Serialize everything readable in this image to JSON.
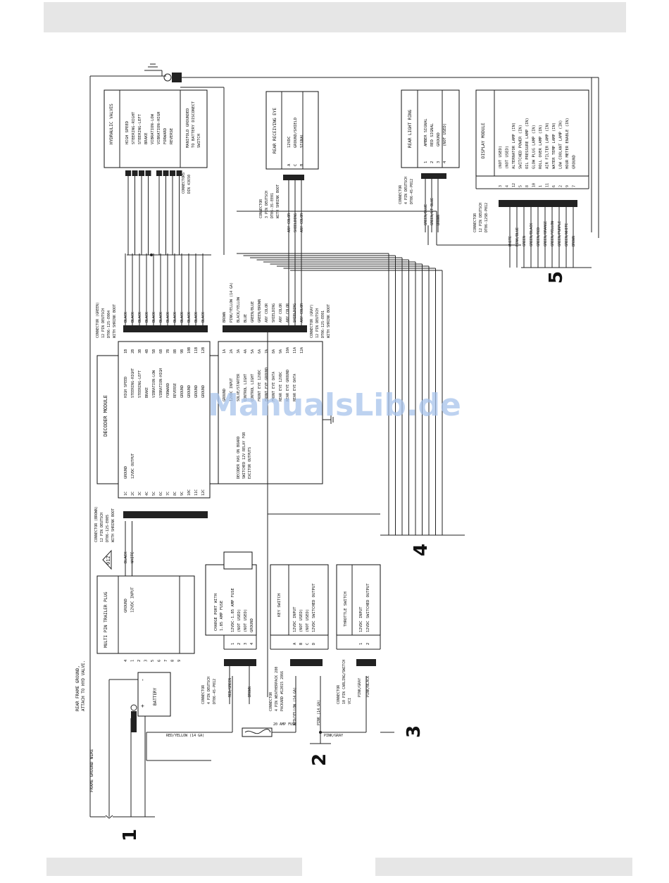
{
  "watermark": "ManualsLib.de",
  "callouts": [
    "1",
    "2",
    "3",
    "4",
    "5"
  ],
  "battery": {
    "label": "BATTERY",
    "plus": "+",
    "minus": "-"
  },
  "frame": {
    "ground_wire": "FRAME GROUND WIRE",
    "rear_ground_1": "REAR FRAME GROUND,",
    "rear_ground_2": "ATTACH TO HYD VALVE."
  },
  "fuse_label": "20 AMP FUSE",
  "wire_red_yellow_14": "RED/YELLOW (14 GA)",
  "wire_pink_gray": "PINK/GRAY",
  "trailer": {
    "title": "MULTI PIN TRAILER PLUG",
    "pins": [
      {
        "num": "4",
        "desc": "GROUND",
        "wire": "BLACK"
      },
      {
        "num": "1",
        "desc": "12VDC INPUT",
        "wire": "WHITE"
      },
      {
        "num": "2",
        "desc": "",
        "wire": ""
      },
      {
        "num": "3",
        "desc": "",
        "wire": ""
      },
      {
        "num": "5",
        "desc": "",
        "wire": ""
      },
      {
        "num": "6",
        "desc": "",
        "wire": ""
      },
      {
        "num": "7",
        "desc": "",
        "wire": ""
      },
      {
        "num": "8",
        "desc": "",
        "wire": ""
      },
      {
        "num": "9",
        "desc": "",
        "wire": ""
      }
    ],
    "badge": "012"
  },
  "charge_port": {
    "title_1": "CHARGE PORT WITH",
    "title_2": "1.85 AMP FUSE",
    "pins": [
      "12VDC-1.85 AMP FUSE",
      "(NOT USED)",
      "(NOT USED)",
      "GROUND"
    ],
    "connector": [
      "CONNECTOR",
      "4 PIN DEUTSCH",
      "DT06-4S-P012"
    ],
    "wires": [
      "RED/GREEN",
      "BROWN"
    ]
  },
  "key_switch": {
    "title": "KEY SWITCH",
    "pins": [
      "12VDC INPUT",
      "(NOT USED)",
      "(NOT USED)",
      "12VDC SWITCHED OUTPUT"
    ],
    "letters": [
      "A",
      "B",
      "C",
      "D"
    ],
    "connector": [
      "CONNECTOR",
      "4 PIN WEATHERPACK 280",
      "PACKARD #12015 2866"
    ],
    "wires": [
      "RED/YELLOW (14 GA)",
      "PINK (14 GA)"
    ]
  },
  "throttle_switch": {
    "title": "THROTTLE SWITCH",
    "pins": [
      "12VDC INPUT",
      "12VDC SWITCHED OUTPUT"
    ],
    "connector": [
      "CONNECTOR",
      "10 PIN CARLING/SWITCH",
      "VCI"
    ],
    "wires": [
      "PINK/GRAY",
      "PINK/BLACK"
    ]
  },
  "decoder": {
    "title": "DECODER MODULE",
    "b_pins": [
      "1B",
      "2B",
      "3B",
      "4B",
      "5B",
      "6B",
      "7B",
      "8B",
      "9B",
      "10B",
      "11B",
      "12B"
    ],
    "b_funcs": [
      "HIGH SPEED",
      "STEERING-RIGHT",
      "STEERING-LEFT",
      "BRAKE",
      "VIBRATION-LOW",
      "VIBRATION-HIGH",
      "FORWARD",
      "REVERSE",
      "GROUND",
      "GROUND",
      "GROUND",
      "GROUND"
    ],
    "b_wires": [
      "BLACK",
      "BLACK",
      "BLACK",
      "BLACK",
      "BLACK",
      "BLACK",
      "BLACK",
      "BLACK",
      "BLACK",
      "BLACK",
      "BLACK",
      "BLACK"
    ],
    "a_pins": [
      "1A",
      "2A",
      "3A",
      "4A",
      "5A",
      "6A",
      "7A",
      "8A",
      "9A",
      "10A",
      "11A",
      "12A"
    ],
    "a_funcs": [
      "GROUND",
      "12VDC INPUT",
      "SOLVE/STARTER",
      "CONTROL LIGHT",
      "CONTROL LIGHT",
      "FRONT EYE 12VDC",
      "FRONT EYE GROUND",
      "FRONT EYE DATA",
      "REAR EYE 12VDC",
      "REAR EYE GROUND",
      "REAR EYE DATA",
      ""
    ],
    "a_wires": [
      "BROWN",
      "PINK/YELLOW (14 GA)",
      "BLACK/YELLOW",
      "BLUE",
      "GREEN/BLUE",
      "GREEN/BROWN",
      "ANY COLOR",
      "SHIELDING",
      "ANY COLOR",
      "ANY COLOR",
      "SHIELDING",
      "ANY COLOR"
    ],
    "c_pins": [
      "1C",
      "2C",
      "3C",
      "4C",
      "5C",
      "6C",
      "7C",
      "8C",
      "9C",
      "10C",
      "11C",
      "12C"
    ],
    "c_funcs": [
      "GROUND",
      "12VDC OUTPUT"
    ],
    "note": [
      "DECODER HAS ON BOARD",
      "SWITCHED 12V RELAY FOR",
      "EXCITOR OUTPUTS"
    ],
    "conn_green": [
      "CONNECTOR (GREEN)",
      "12 PIN DEUTSCH",
      "DT06-12S-E004",
      "WITH SHRINK BOOT"
    ],
    "conn_gray": [
      "CONNECTOR (GRAY)",
      "12 PIN DEUTSCH",
      "DT06-12S-EE01",
      "WITH SHRINK BOOT"
    ],
    "conn_brown": [
      "CONNECTOR (BROWN)",
      "12 PIN DEUTSCH",
      "DT06-12S-E005",
      "WITH SHRINK BOOT"
    ]
  },
  "hydraulic": {
    "title": "HYDRAULIC VALVES",
    "items": [
      "HIGH SPEED",
      "STEERING-RIGHT",
      "STEERING-LEFT",
      "BRAKE",
      "VIBRATION-LOW",
      "VIBRATION-HIGH",
      "FORWARD",
      "REVERSE"
    ],
    "note": [
      "MANIFOLD GROUNDED",
      "TO BATTERY DISCONECT",
      "SWITCH"
    ],
    "connector": [
      "CONNECTORS",
      "DIN 43650"
    ]
  },
  "rear_eye": {
    "title": "REAR RECEIVING EYE",
    "pins": [
      "12VDC",
      "GROUND/SHIELD",
      "SIGNAL"
    ],
    "letters": [
      "A",
      "C",
      "B"
    ],
    "connector": [
      "CONNECTOR",
      "3 PIN DEUTSCH",
      "DT06-3S-EE01",
      "WITH SHRINK BOOT"
    ],
    "wires": [
      "ANY COLOR",
      "SHIELDING",
      "ANY COLOR"
    ]
  },
  "rear_light": {
    "title": "REAR LIGHT RING",
    "pins": [
      "AMBER SIGNAL",
      "RED SIGNAL",
      "GROUND",
      "(NOT USED)"
    ],
    "nums": [
      "1",
      "2",
      "3",
      "4"
    ],
    "connector": [
      "CONNECTOR",
      "4 PIN DEUTSCH",
      "DT06-4S-P012"
    ],
    "wires": [
      "GREEN/BLUE",
      "GREEN/LT BLUE",
      "BROWN"
    ]
  },
  "display": {
    "title": "DISPLAY MODULE",
    "pins": [
      "3",
      "4",
      "12",
      "5",
      "8",
      "10",
      "1",
      "11",
      "6",
      "2",
      "9",
      "7"
    ],
    "funcs": [
      "(NOT USED)",
      "(NOT USED)",
      "ALTERNATOR LAMP (IN)",
      "SWITCHED POWER (IN)",
      "OIL PRESSURE LAMP (IN)",
      "GLOW PLUG LAMP (IN)",
      "ROLL OVER LAMP (IN)",
      "AIR FILTER LAMP (IN)",
      "WATER TEMP LAMP (IN)",
      "LOW COOLANT LAMP (IN)",
      "HOUR METER ENABLE (IN)",
      "GROUND"
    ],
    "connector": [
      "CONNECTOR",
      "12 PIN DEUTSCH",
      "DT06-12SB-P012"
    ],
    "wires": [
      "WHITE",
      "PINK/BLUE",
      "GREEN",
      "GREEN/BLACK",
      "GREEN/RED",
      "GREEN/ORANGE",
      "GREEN/YELLOW",
      "GREEN/PURPLE",
      "GREEN/WHITE",
      "BROWN"
    ]
  }
}
